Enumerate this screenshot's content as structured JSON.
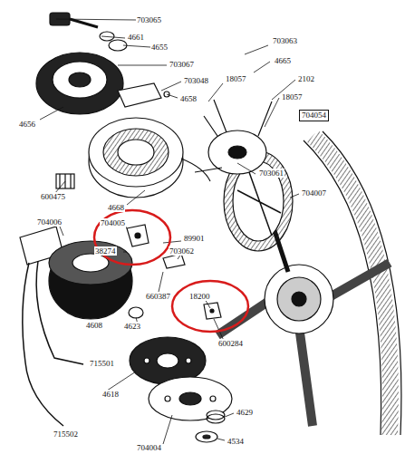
{
  "diagram": {
    "nodes": [
      {
        "text": [
          "704054"
        ]
      }
    ],
    "labels": [
      "703065",
      "4661",
      "4655",
      "703067",
      "703048",
      "4658",
      "18057",
      "4656",
      "703063",
      "4665",
      "2102",
      "18057",
      "703061",
      "704007",
      "600475",
      "4668",
      "704005",
      "89901",
      "38274",
      "703062",
      "704006",
      "660387",
      "18200",
      "600284",
      "4608",
      "4623",
      "715501",
      "4618",
      "715502",
      "704004",
      "4629",
      "4534"
    ]
  }
}
